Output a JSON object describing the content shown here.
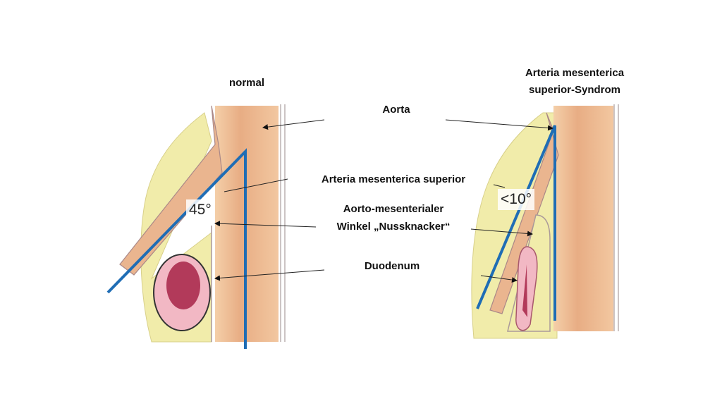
{
  "panels": {
    "normal": {
      "title": "normal",
      "angle": "45°"
    },
    "syndrome": {
      "title_line1": "Arteria mesenterica",
      "title_line2": "superior-Syndrom",
      "angle": "<10°"
    }
  },
  "labels": {
    "aorta": "Aorta",
    "sma": "Arteria mesenterica superior",
    "angle_line1": "Aorto-mesenterialer",
    "angle_line2": "Winkel „Nussknacker“",
    "duodenum": "Duodenum"
  },
  "colors": {
    "angle_lines": "#1f6db5",
    "aorta": "#eab58f",
    "fat": "#efe9a0",
    "duodenum": "#e79db0"
  }
}
